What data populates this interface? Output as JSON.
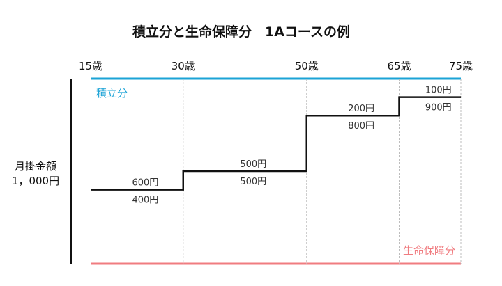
{
  "title": "積立分と生命保障分　1Aコースの例",
  "y_label_line1": "月掛金額",
  "y_label_line2": "1，000円",
  "savings_label": "積立分",
  "insurance_label": "生命保障分",
  "colors": {
    "savings": "#1BA3D6",
    "insurance": "#F07C80",
    "step": "#111111",
    "grid": "#bdbdbd"
  },
  "total_monthly": 1000,
  "ages": [
    "15歳",
    "30歳",
    "50歳",
    "65歳",
    "75歳"
  ],
  "age_values": [
    15,
    30,
    50,
    65,
    75
  ],
  "segments": [
    {
      "savings": 400,
      "insurance": 600,
      "savings_label": "400円",
      "insurance_label": "600円"
    },
    {
      "savings": 500,
      "insurance": 500,
      "savings_label": "500円",
      "insurance_label": "500円"
    },
    {
      "savings": 800,
      "insurance": 200,
      "savings_label": "800円",
      "insurance_label": "200円"
    },
    {
      "savings": 900,
      "insurance": 100,
      "savings_label": "900円",
      "insurance_label": "100円"
    }
  ]
}
